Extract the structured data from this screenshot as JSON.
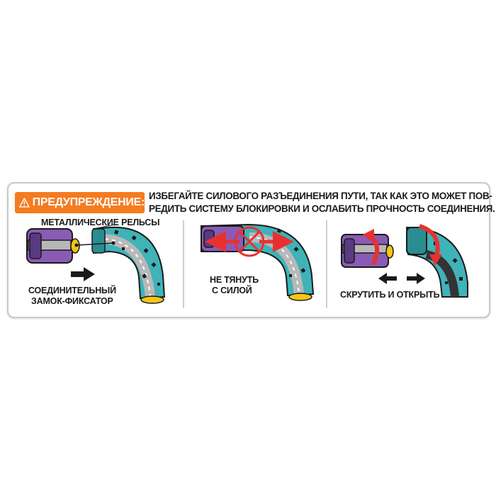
{
  "warning": {
    "title": "ПРЕДУПРЕЖДЕНИЕ:",
    "line1": "ИЗБЕГАЙТЕ СИЛОВОГО РАЗЪЕДИНЕНИЯ ПУТИ, ТАК КАК ЭТО МОЖЕТ ПОВ-",
    "line2": "РЕДИТЬ СИСТЕМУ БЛОКИРОВКИ И ОСЛАБИТЬ ПРОЧНОСТЬ СОЕДИНЕНИЯ."
  },
  "panel1": {
    "rails_label": "МЕТАЛЛИЧЕСКИЕ РЕЛЬСЫ",
    "lock_line1": "СОЕДИНИТЕЛЬНЫЙ",
    "lock_line2": "ЗАМОК-ФИКСАТОР"
  },
  "panel2": {
    "line1": "НЕ ТЯНУТЬ",
    "line2": "С СИЛОЙ"
  },
  "panel3": {
    "label": "СКРУТИТЬ И ОТКРЫТЬ"
  },
  "colors": {
    "accent": "#f47b20",
    "teal": "#3fb3b8",
    "purple": "#8a5bb5",
    "arrow_red": "#e8312f",
    "yellow": "#f5c518"
  }
}
